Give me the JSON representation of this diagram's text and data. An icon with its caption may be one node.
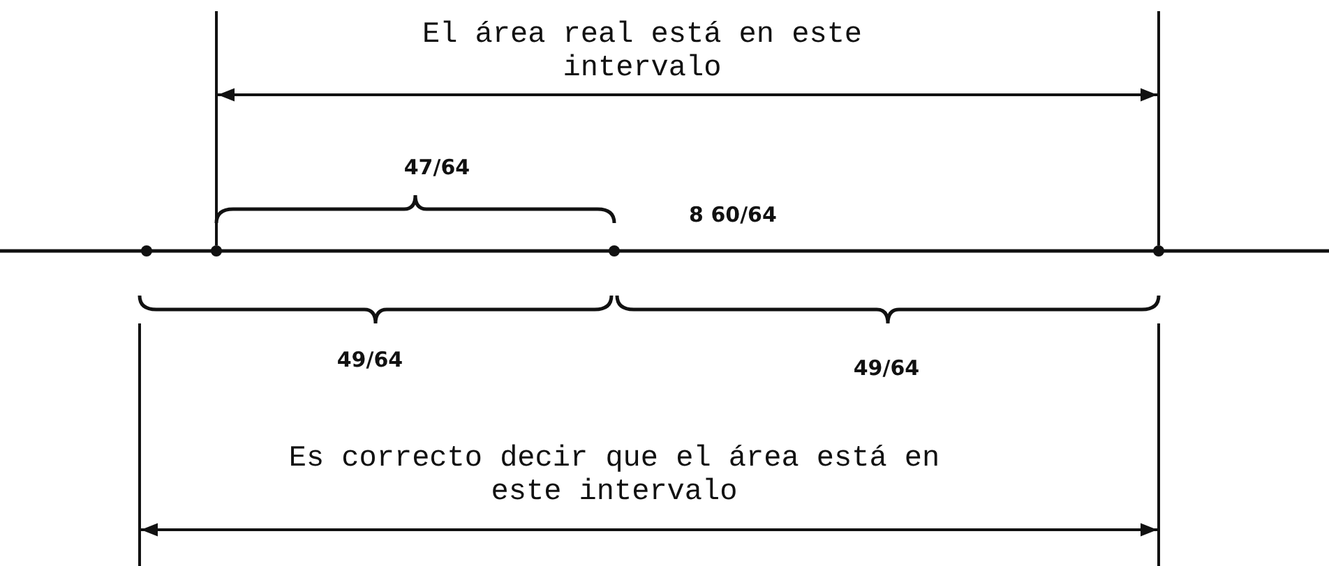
{
  "diagram": {
    "labels": [
      "El área real está en este intervalo",
      "47/64",
      "8 60/64",
      "49/64",
      "49/64",
      "Es correcto decir que el área está en este intervalo"
    ]
  }
}
